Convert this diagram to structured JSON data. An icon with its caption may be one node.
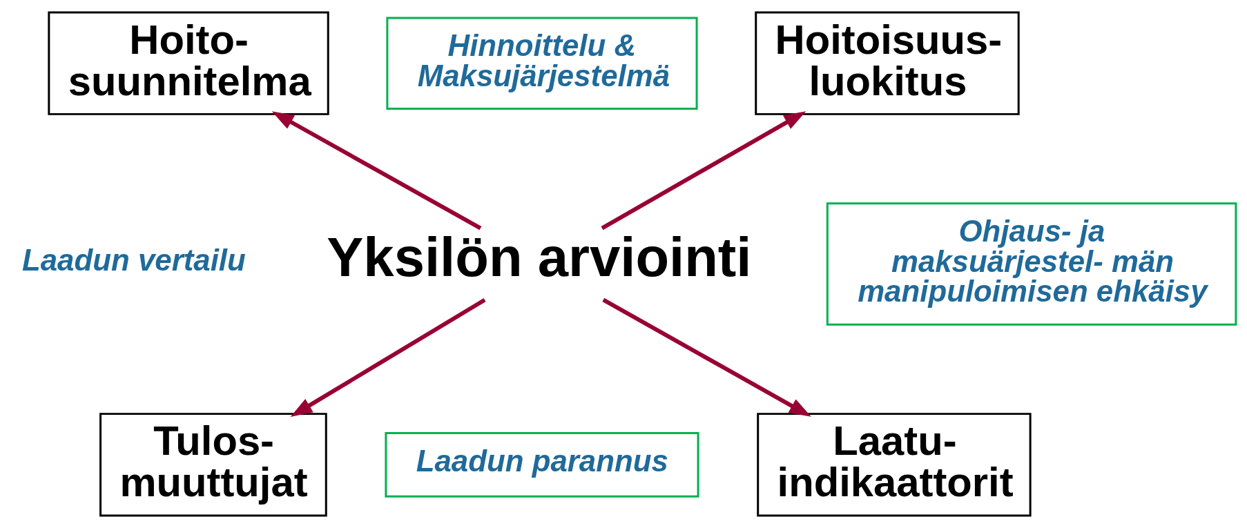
{
  "diagram": {
    "nodes": [
      {
        "text": [
          "Hoito- suunnitelma"
        ]
      },
      {
        "text": [
          "Hinnoittelu & Maksujärjestelmä"
        ]
      },
      {
        "text": [
          "Hoitoisuus- luokitus"
        ]
      },
      {
        "text": [
          "Yksilön arviointi"
        ]
      },
      {
        "text": [
          "Ohjaus- ja maksuärjestel- män manipuloimisen ehkäisy"
        ]
      },
      {
        "text": [
          "Tulos- muuttujat"
        ]
      },
      {
        "text": [
          "Laadun parannus"
        ]
      },
      {
        "text": [
          "Laatu- indikaattorit"
        ]
      }
    ],
    "edges": [
      {
        "from": 3,
        "to": 0,
        "arrow": "to"
      },
      {
        "from": 3,
        "to": 2,
        "arrow": "to"
      },
      {
        "from": 3,
        "to": 5,
        "arrow": "to"
      },
      {
        "from": 3,
        "to": 7,
        "arrow": "to"
      }
    ],
    "labels": [
      "Laadun vertailu"
    ]
  }
}
